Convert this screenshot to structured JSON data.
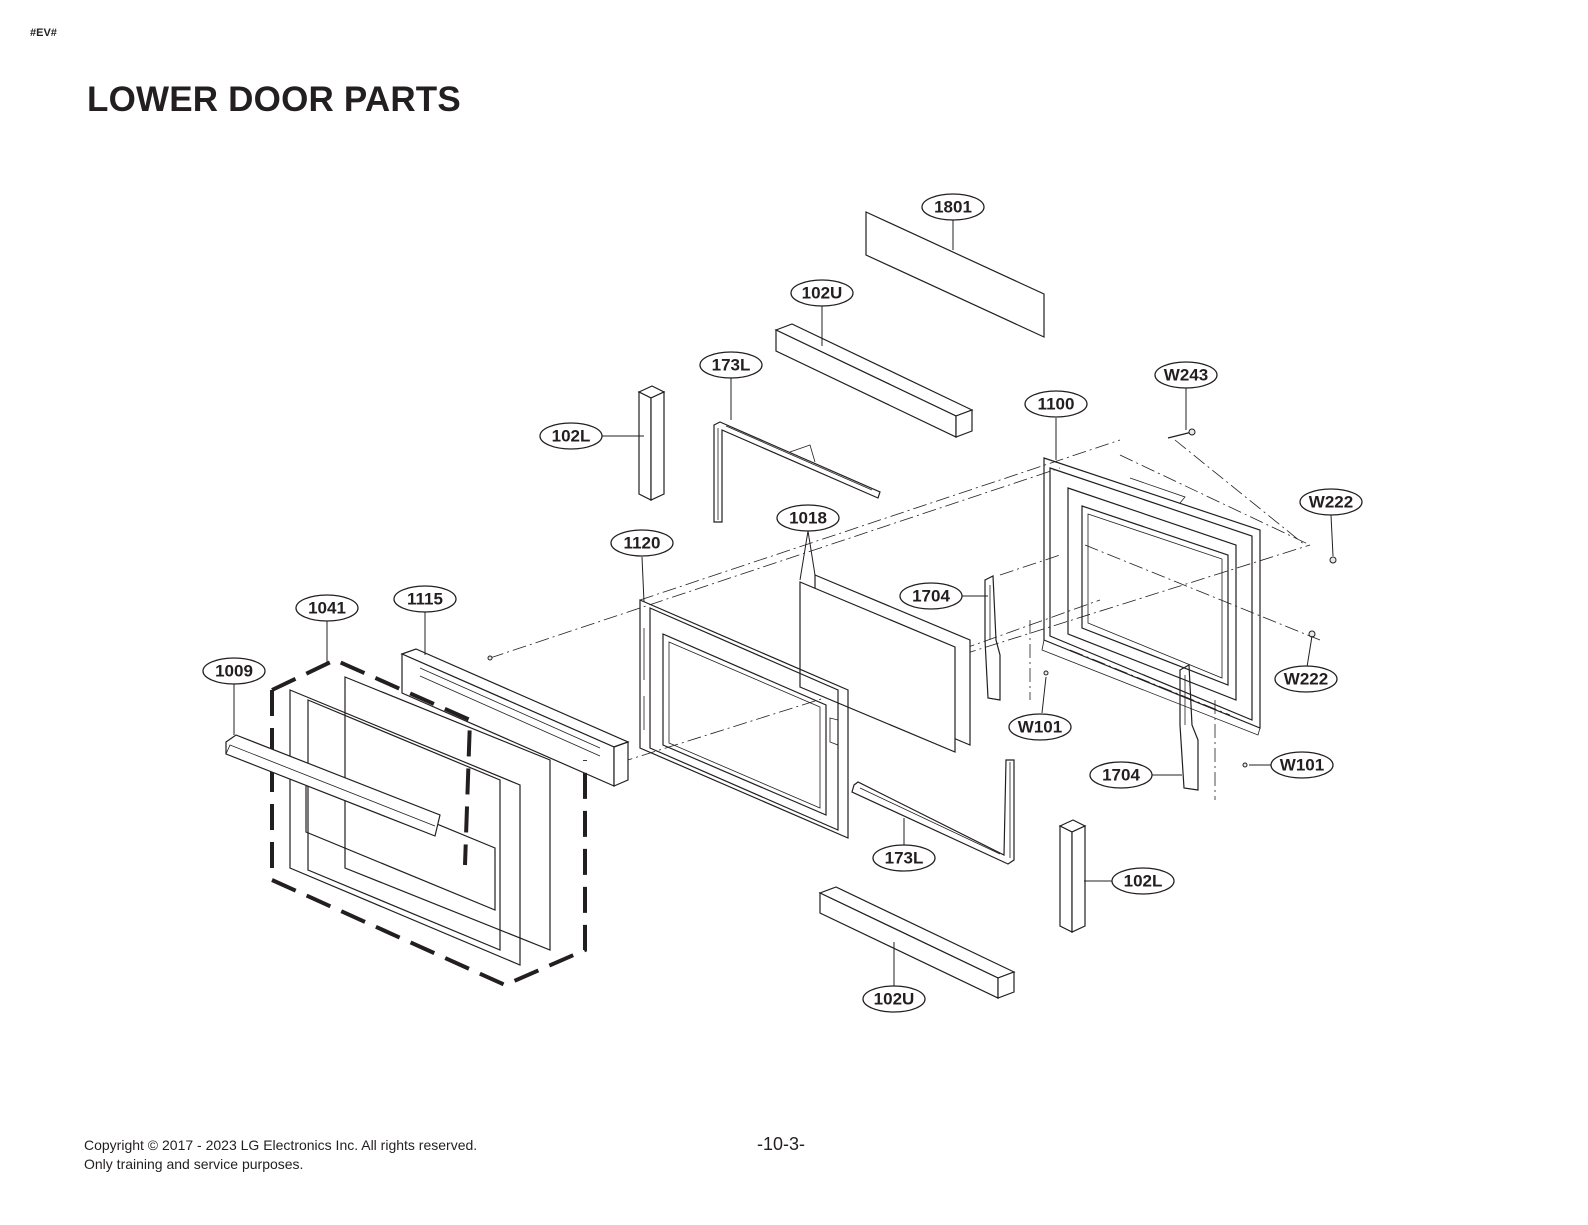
{
  "header": {
    "tag": "#EV#",
    "title": "LOWER DOOR PARTS"
  },
  "callouts": {
    "c1801": "1801",
    "c102U_top": "102U",
    "c173L_top": "173L",
    "cW243": "W243",
    "c1100": "1100",
    "c102L_top": "102L",
    "cW222_top": "W222",
    "c1018": "1018",
    "c1120": "1120",
    "c1704_top": "1704",
    "c1041": "1041",
    "c1115": "1115",
    "c1009": "1009",
    "cW222_bot": "W222",
    "cW101_top": "W101",
    "cW101_bot": "W101",
    "c1704_bot": "1704",
    "c173L_bot": "173L",
    "c102L_bot": "102L",
    "c102U_bot": "102U"
  },
  "footer": {
    "copyright_line1": "Copyright © 2017 - 2023 LG Electronics Inc. All rights reserved.",
    "copyright_line2": "Only training and service purposes.",
    "page_number": "-10-3-"
  }
}
